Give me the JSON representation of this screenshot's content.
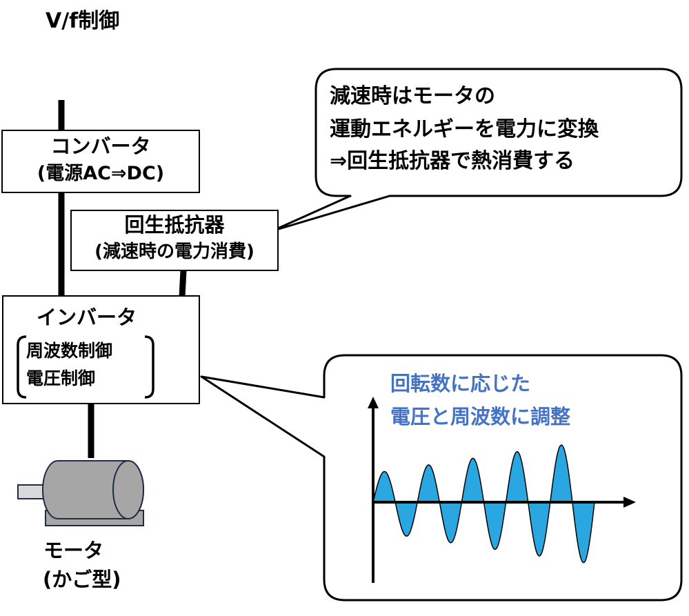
{
  "title": "V/f制御",
  "converter": {
    "label": "コンバータ",
    "sub": "(電源AC⇒DC)"
  },
  "resistor": {
    "label": "回生抵抗器",
    "sub": "(減速時の電力消費)"
  },
  "inverter": {
    "label": "インバータ",
    "line1": "周波数制御",
    "line2": "電圧制御"
  },
  "motor": {
    "label": "モータ",
    "sub": "(かご型)"
  },
  "callout_top": {
    "line1": "減速時はモータの",
    "line2": "運動エネルギーを電力に変換",
    "line3": "⇒回生抵抗器で熱消費する"
  },
  "callout_bottom": {
    "line1": "回転数に応じた",
    "line2": "電圧と周波数に調整"
  },
  "colors": {
    "accent_text": "#4472C4",
    "wave_fill": "#2AA7E0",
    "motor_body": "#A6A6A6",
    "motor_base": "#A6A6A6",
    "motor_shaft": "#D9D9D9"
  },
  "wave": {
    "cycles": 5,
    "amplitude_growth": "increasing"
  }
}
